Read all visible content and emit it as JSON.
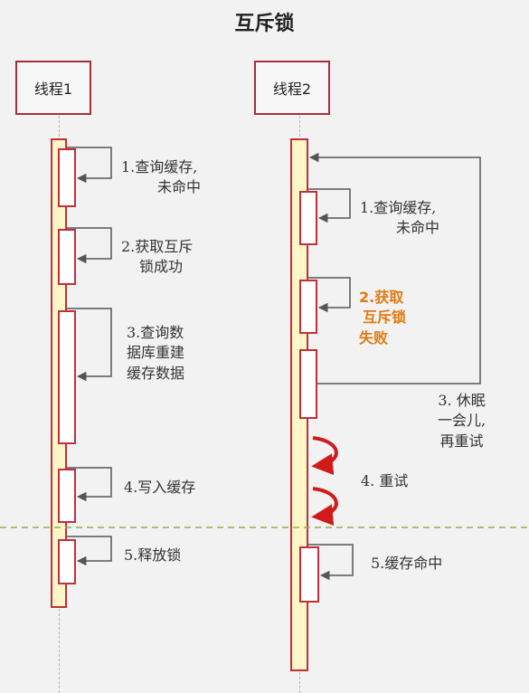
{
  "title": "互斥锁",
  "threads": [
    {
      "name": "线程1"
    },
    {
      "name": "线程2"
    }
  ],
  "thread1_steps": [
    {
      "lines": [
        "1.查询缓存,",
        "未命中"
      ]
    },
    {
      "lines": [
        "2.获取互斥",
        "锁成功"
      ]
    },
    {
      "lines": [
        "3.查询数",
        "据库重建",
        "缓存数据"
      ]
    },
    {
      "lines": [
        "4.写入缓存"
      ]
    },
    {
      "lines": [
        "5.释放锁"
      ]
    }
  ],
  "thread2_steps": [
    {
      "lines": [
        "1.查询缓存,",
        "未命中"
      ]
    },
    {
      "lines": [
        "2.获取",
        "互斥锁",
        "失败"
      ]
    },
    {
      "lines": [
        "3. 休眠",
        "一会儿,",
        "再重试"
      ]
    },
    {
      "lines": [
        "4. 重试"
      ]
    },
    {
      "lines": [
        "5.缓存命中"
      ]
    }
  ],
  "colors": {
    "actor_border": "#a3303a",
    "activation_fill": "#fff6c8",
    "activation_border": "#c0303a",
    "fail_text": "#e07a10",
    "retry_arrow": "#d11a1a",
    "divider": "#8db04a"
  },
  "retry_icon": "curved-retry-arrow-icon"
}
